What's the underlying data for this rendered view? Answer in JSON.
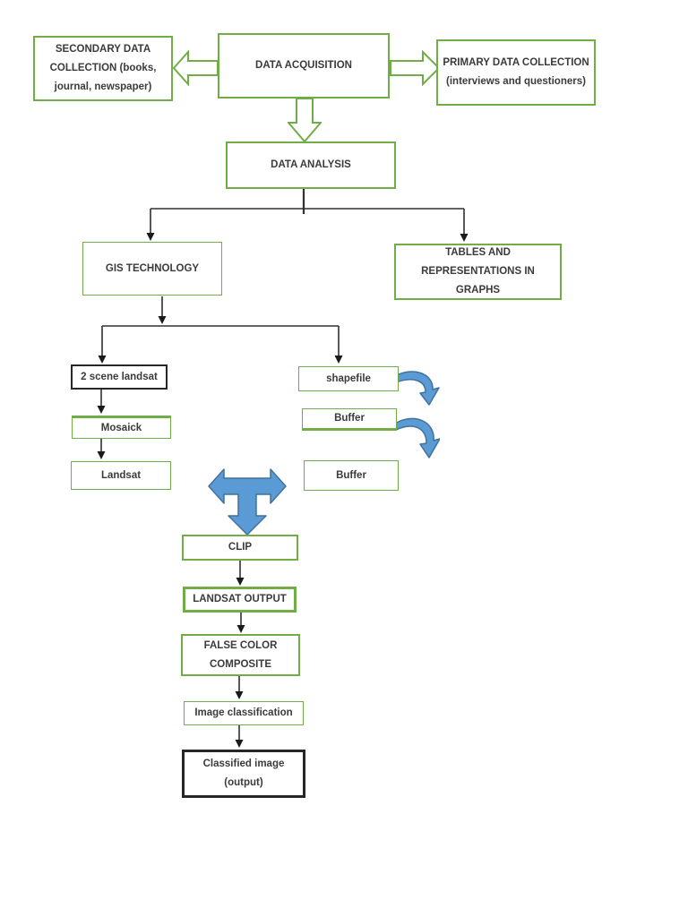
{
  "page": {
    "title": "GIS data acquisition and processing flowchart",
    "background": "#FFFFFF"
  },
  "colors": {
    "green": "#70AD47",
    "blue_fill": "#5B9BD5",
    "blue_stroke": "#41719C",
    "line": "#303030",
    "text": "#3B3B3B",
    "black_border": "#262626"
  },
  "icons": {
    "block_arrow_left": "white block arrow with green outline pointing left",
    "block_arrow_right": "white block arrow with green outline pointing right",
    "block_arrow_down": "white block arrow with green outline pointing down",
    "three_way_arrow": "blue solid arrow with left, right and down heads",
    "curved_arrow_1": "blue curved arrow from shapefile to Buffer",
    "curved_arrow_2": "blue curved arrow from Buffer to Buffer"
  },
  "nodes": {
    "secondary": {
      "label": "SECONDARY DATA\nCOLLECTION (books,\njournal, newspaper)"
    },
    "acquisition": {
      "label": "DATA ACQUISITION"
    },
    "primary": {
      "label": "PRIMARY DATA COLLECTION\n(interviews and questioners)"
    },
    "analysis": {
      "label": "DATA ANALYSIS"
    },
    "gis": {
      "label": "GIS TECHNOLOGY"
    },
    "tables": {
      "label": "TABLES AND\nREPRESENTATIONS IN\nGRAPHS"
    },
    "scene_landsat": {
      "label": "2 scene landsat"
    },
    "shapefile": {
      "label": "shapefile"
    },
    "mosaick": {
      "label": "Mosaick"
    },
    "buffer1": {
      "label": "Buffer"
    },
    "landsat": {
      "label": "Landsat"
    },
    "buffer2": {
      "label": "Buffer"
    },
    "clip": {
      "label": "CLIP"
    },
    "landsat_output": {
      "label": "LANDSAT OUTPUT"
    },
    "false_color": {
      "label": "FALSE COLOR\nCOMPOSITE"
    },
    "image_classification": {
      "label": "Image classification"
    },
    "classified_image": {
      "label": "Classified image\n(output)"
    }
  }
}
